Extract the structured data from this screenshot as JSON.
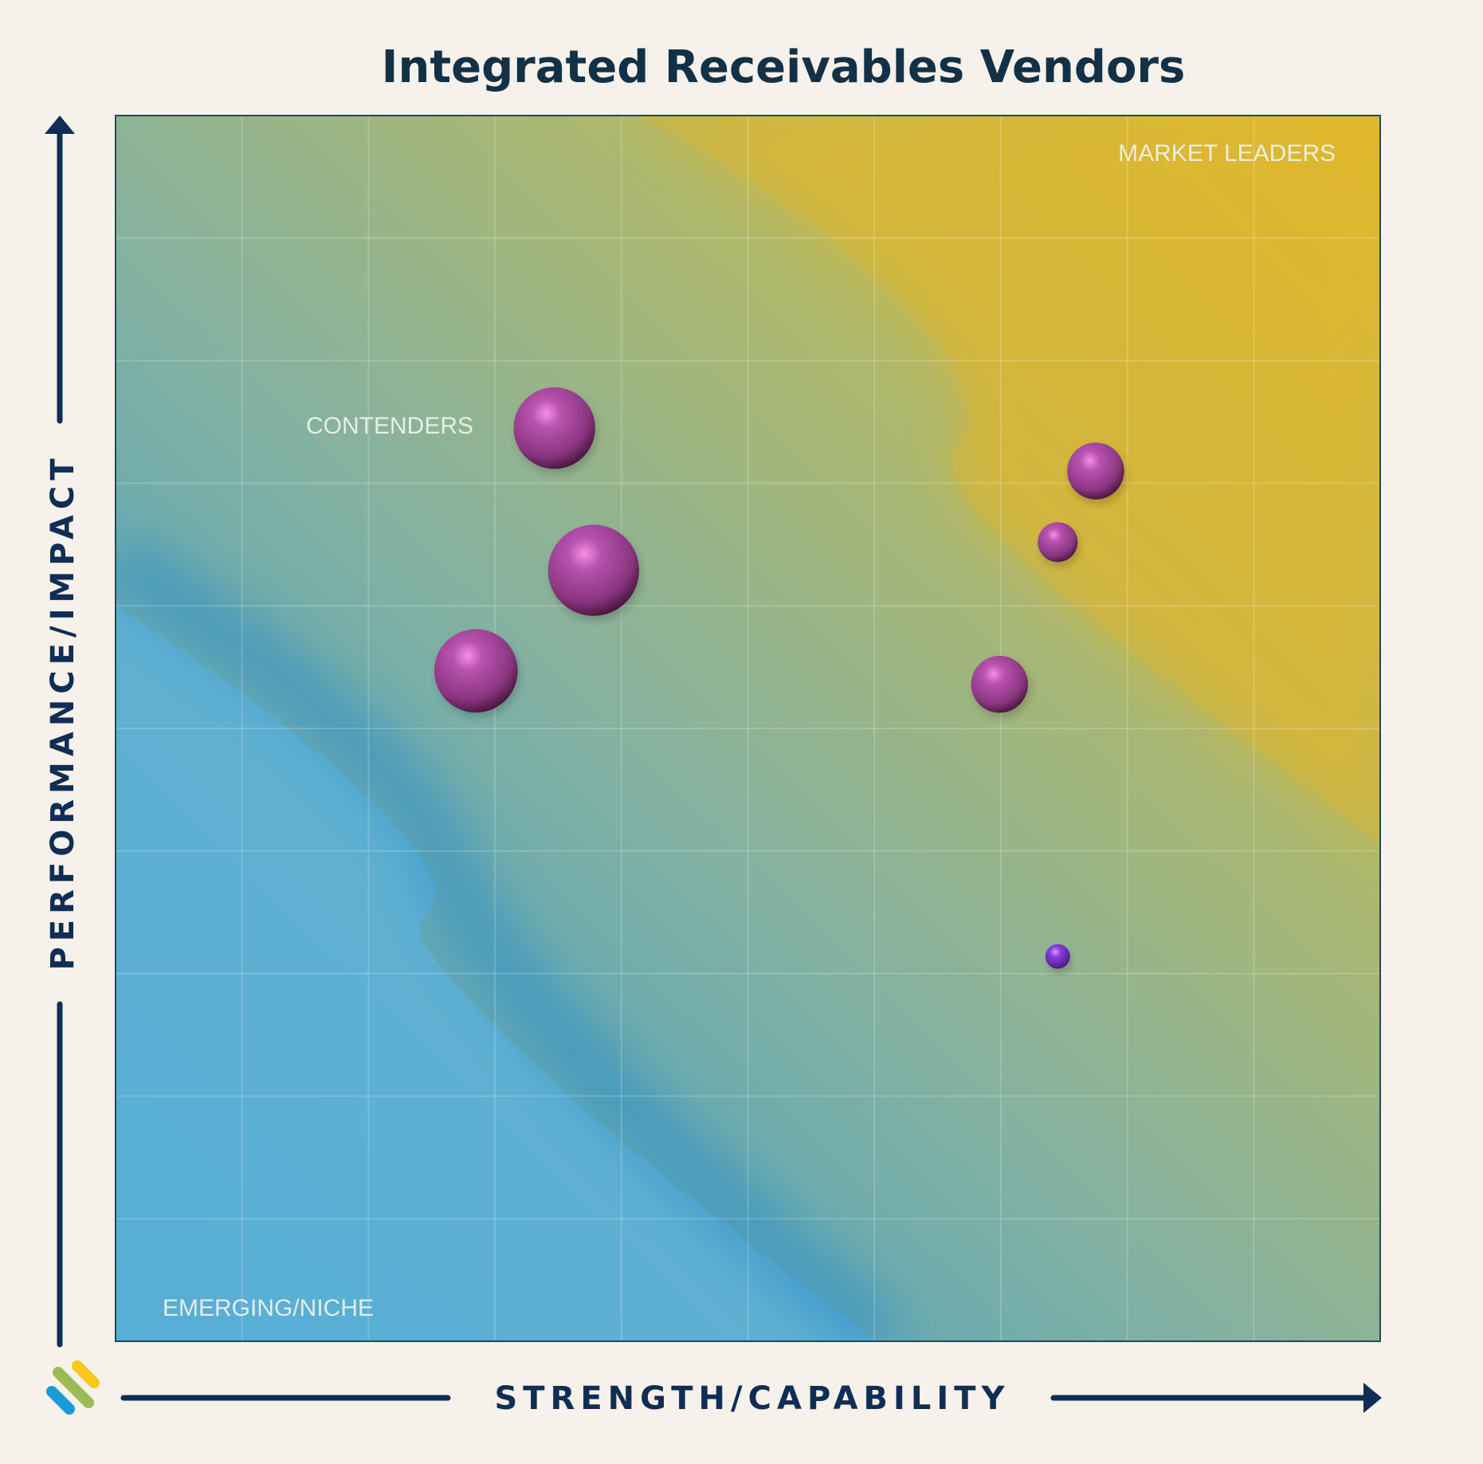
{
  "chart_data": {
    "type": "scatter",
    "subtype": "bubble",
    "title": "Integrated Receivables Vendors",
    "xlabel": "STRENGTH/CAPABILITY",
    "ylabel": "PERFORMANCE/IMPACT",
    "xlim": [
      0,
      10
    ],
    "ylim": [
      0,
      10
    ],
    "grid": true,
    "grid_divisions": 10,
    "quadrant_labels": {
      "top_right": "MARKET LEADERS",
      "top_left": "CONTENDERS",
      "bottom_left": "EMERGING/NICHE"
    },
    "points": [
      {
        "x": 3.47,
        "y": 7.45,
        "size": 43,
        "color": "#a0459c"
      },
      {
        "x": 3.78,
        "y": 6.29,
        "size": 48,
        "color": "#a0459c"
      },
      {
        "x": 2.85,
        "y": 5.47,
        "size": 44,
        "color": "#a0459c"
      },
      {
        "x": 7.75,
        "y": 7.1,
        "size": 30,
        "color": "#a0459c"
      },
      {
        "x": 7.45,
        "y": 6.52,
        "size": 21,
        "color": "#a0459c"
      },
      {
        "x": 6.99,
        "y": 5.36,
        "size": 30,
        "color": "#a0459c"
      },
      {
        "x": 7.45,
        "y": 3.14,
        "size": 13,
        "color": "#8a3fe0"
      }
    ]
  },
  "colors": {
    "background": "#f6f1ea",
    "axis": "#0f2d55",
    "low": "#2a9ad6",
    "mid": "#8fb38c",
    "high": "#e2bd2a"
  },
  "logo": {
    "colors": [
      "#1a9ad8",
      "#9bbb55",
      "#f7c81b"
    ]
  }
}
